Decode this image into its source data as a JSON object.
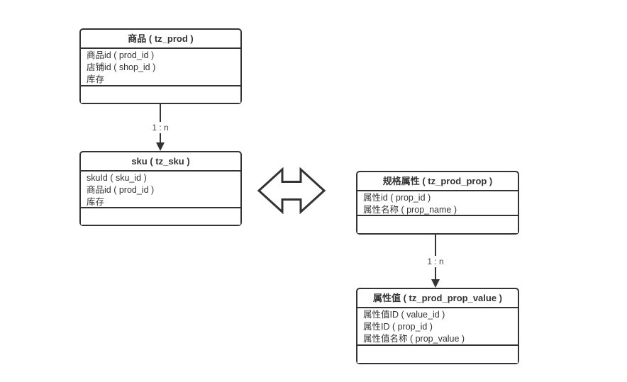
{
  "diagram": {
    "background": "#ffffff",
    "colors": {
      "box_border": "#333333",
      "box_fill": "#ffffff",
      "text": "#333333",
      "connector": "#333333",
      "label_text": "#444444"
    },
    "entities": [
      {
        "id": "prod",
        "title": "商品 ( tz_prod )",
        "fields": [
          "商品id ( prod_id )",
          "店铺id ( shop_id )",
          "库存"
        ]
      },
      {
        "id": "sku",
        "title": "sku ( tz_sku )",
        "fields": [
          "skuId ( sku_id )",
          "商品id ( prod_id )",
          "库存"
        ]
      },
      {
        "id": "prod-prop",
        "title": "规格属性 ( tz_prod_prop )",
        "fields": [
          "属性id ( prop_id )",
          "属性名称 ( prop_name )"
        ]
      },
      {
        "id": "prod-prop-value",
        "title": "属性值 ( tz_prod_prop_value )",
        "fields": [
          "属性值ID ( value_id )",
          "属性ID ( prop_id )",
          "属性值名称 ( prop_value )"
        ]
      }
    ],
    "connectors": [
      {
        "from": "prod",
        "to": "sku",
        "label": "1 : n",
        "style": "solid-arrow-down"
      },
      {
        "from": "prod-prop",
        "to": "prod-prop-value",
        "label": "1 : n",
        "style": "solid-arrow-down"
      }
    ],
    "relation_icon": "double-horizontal-arrow"
  }
}
